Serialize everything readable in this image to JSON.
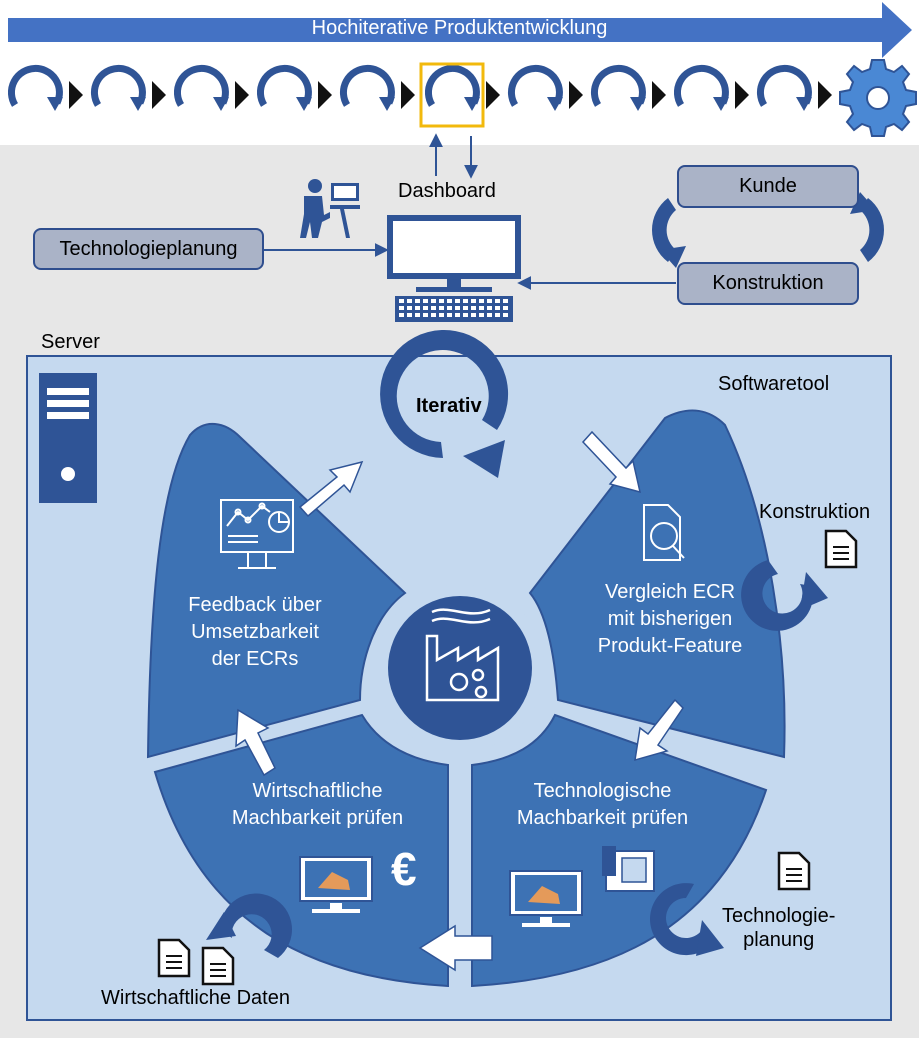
{
  "header": {
    "title": "Hochiterative Produktentwicklung"
  },
  "boxes": {
    "technologieplanung": "Technologieplanung",
    "kunde": "Kunde",
    "konstruktion": "Konstruktion"
  },
  "labels": {
    "dashboard": "Dashboard",
    "server": "Server",
    "softwaretool": "Softwaretool",
    "iterativ": "Iterativ",
    "konstruktion_side": "Konstruktion",
    "technologieplanung_side": "Technologie-\nplanung",
    "wirtschaftliche_daten": "Wirtschaftliche Daten",
    "euro": "€"
  },
  "segments": {
    "feedback": "Feedback über\nUmsetzbarkeit\nder ECRs",
    "vergleich": "Vergleich ECR\nmit bisherigen\nProdukt-Feature",
    "technologisch": "Technologische\nMachbarkeit prüfen",
    "wirtschaftlich": "Wirtschaftliche\nMachbarkeit prüfen"
  },
  "colors": {
    "dark_blue": "#2f5496",
    "mid_blue": "#3d72b4",
    "light_blue": "#c5d9ef",
    "gray_bg": "#e7e7e7",
    "arrow_blue": "#4472c4",
    "box_gray": "#aab3c7"
  }
}
